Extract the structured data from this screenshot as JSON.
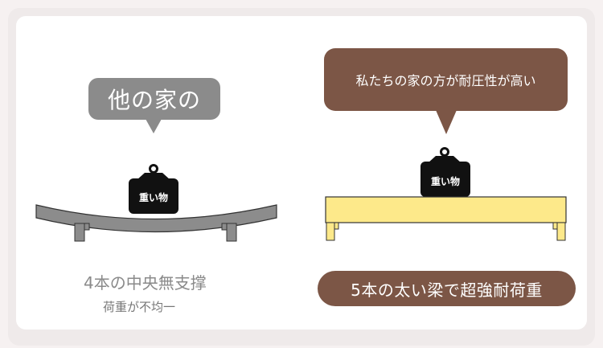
{
  "left": {
    "bubble_text": "他の家の",
    "weight_label": "重い物",
    "caption_line1": "4本の中央無支撑",
    "caption_line2": "荷重が不均一"
  },
  "right": {
    "bubble_text": "私たちの家の方が耐圧性が高い",
    "weight_label": "重い物",
    "pill_text": "5本の太い梁で超強耐荷重"
  },
  "colors": {
    "gray_bubble": "#8b8b8b",
    "brown": "#7c5646",
    "beam_yellow": "#fde98a",
    "beam_gray": "#8c8c8c",
    "weight_black": "#111111"
  }
}
